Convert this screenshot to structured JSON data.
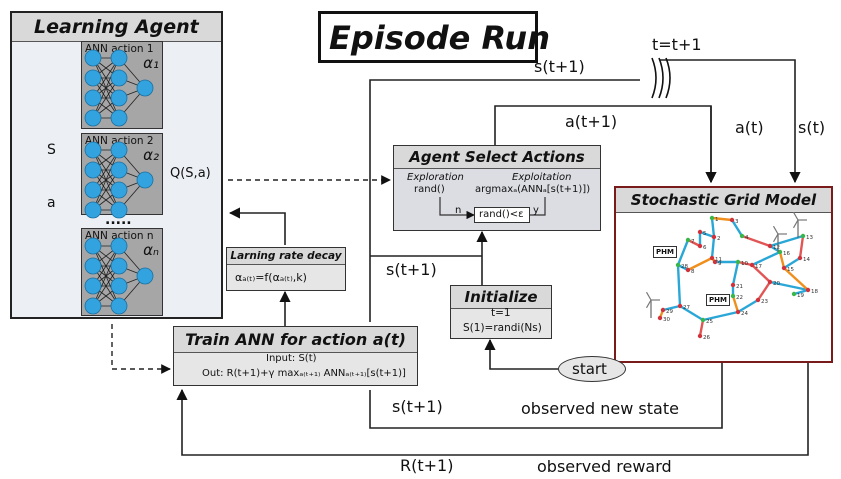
{
  "title": "Episode Run",
  "learning_agent": {
    "title": "Learning Agent",
    "ann_blocks": [
      {
        "label": "ANN action 1",
        "alpha": "α₁"
      },
      {
        "label": "ANN action 2",
        "alpha": "α₂"
      },
      {
        "label": "ANN action n",
        "alpha": "αₙ"
      }
    ],
    "ellipsis": "....."
  },
  "inputs": {
    "s": "S",
    "a": "a"
  },
  "q_output": "Q(S,a)",
  "agent_select": {
    "title": "Agent Select Actions",
    "exploration_title": "Exploration",
    "exploration_formula": "rand()",
    "exploitation_title": "Exploitation",
    "exploitation_formula": "argmaxₐ(ANNₐ[s(t+1)])",
    "condition": "rand()<ε",
    "branch_n": "n",
    "branch_y": "y"
  },
  "grid_model": {
    "title": "Stochastic Grid Model",
    "phm_label": "PHM",
    "node_labels": [
      "1",
      "2",
      "3",
      "4",
      "5",
      "6",
      "7",
      "8",
      "9",
      "10",
      "11",
      "12",
      "13",
      "14",
      "15",
      "16",
      "17",
      "18",
      "19",
      "20",
      "21",
      "22",
      "23",
      "24",
      "25",
      "26",
      "27",
      "28",
      "29",
      "30"
    ]
  },
  "lr_decay": {
    "title": "Larning rate decay",
    "formula": "αₐ₍ₜ₎=f(αₐ₍ₜ₎,k)"
  },
  "initialize": {
    "title": "Initialize",
    "line1": "t=1",
    "line2": "S(1)=randi(Ns)"
  },
  "train": {
    "title": "Train ANN for action a(t)",
    "input": "Input: S(t)",
    "output": "Out: R(t+1)+γ maxₐ₍ₜ₊₁₎ ANNₐ₍ₜ₊₁₎[s(t+1)]"
  },
  "start_label": "start",
  "labels": {
    "s_t1_top": "s(t+1)",
    "t_increment": "t=t+1",
    "a_t1": "a(t+1)",
    "a_t": "a(t)",
    "s_t": "s(t)",
    "s_t1_mid": "s(t+1)",
    "s_t1_bottom": "s(t+1)",
    "observed_new_state": "observed new state",
    "r_t1": "R(t+1)",
    "observed_reward": "observed reward"
  }
}
